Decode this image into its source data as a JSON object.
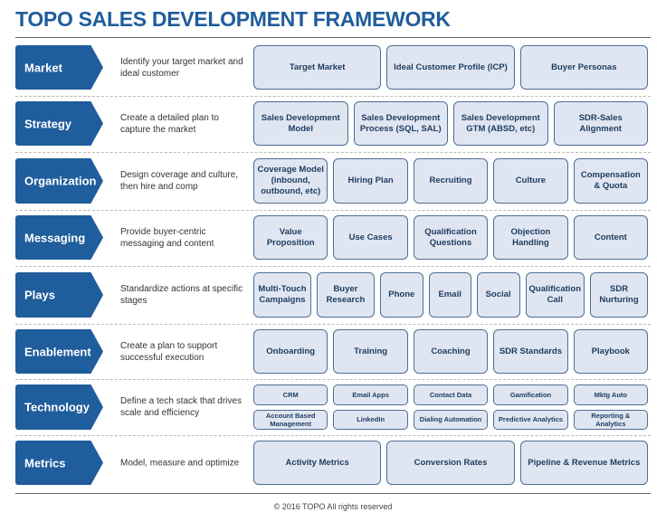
{
  "title": "TOPO SALES DEVELOPMENT FRAMEWORK",
  "footer": "© 2016 TOPO All rights reserved",
  "colors": {
    "accent": "#1f5d9c",
    "box_fill": "#dfe6f2",
    "box_border": "#4d6e94"
  },
  "rows": [
    {
      "label": "Market",
      "desc": "Identify your target market and ideal customer",
      "boxes": [
        "Target Market",
        "Ideal Customer Profile (ICP)",
        "Buyer Personas"
      ]
    },
    {
      "label": "Strategy",
      "desc": "Create a detailed plan to capture the market",
      "boxes": [
        "Sales Development Model",
        "Sales Development Process (SQL, SAL)",
        "Sales Development GTM (ABSD, etc)",
        "SDR-Sales Alignment"
      ]
    },
    {
      "label": "Organization",
      "desc": "Design coverage and culture, then hire and comp",
      "boxes": [
        "Coverage Model (inbound, outbound, etc)",
        "Hiring Plan",
        "Recruiting",
        "Culture",
        "Compensation & Quota"
      ]
    },
    {
      "label": "Messaging",
      "desc": "Provide buyer-centric messaging and content",
      "boxes": [
        "Value Proposition",
        "Use Cases",
        "Qualification Questions",
        "Objection Handling",
        "Content"
      ]
    },
    {
      "label": "Plays",
      "desc": "Standardize actions at specific stages",
      "boxes": [
        "Multi-Touch Campaigns",
        "Buyer Research",
        "Phone",
        "Email",
        "Social",
        "Qualification Call",
        "SDR Nurturing"
      ]
    },
    {
      "label": "Enablement",
      "desc": "Create a plan to support successful execution",
      "boxes": [
        "Onboarding",
        "Training",
        "Coaching",
        "SDR Standards",
        "Playbook"
      ]
    },
    {
      "label": "Technology",
      "desc": "Define a tech stack that drives scale and efficiency",
      "boxes": [
        "CRM",
        "Email Apps",
        "Contact Data",
        "Gamification",
        "Mktg Auto",
        "Account Based Management",
        "LinkedIn",
        "Dialing Automation",
        "Predictive Analytics",
        "Reporting & Analytics"
      ]
    },
    {
      "label": "Metrics",
      "desc": "Model, measure and optimize",
      "boxes": [
        "Activity Metrics",
        "Conversion Rates",
        "Pipeline & Revenue Metrics"
      ]
    }
  ]
}
